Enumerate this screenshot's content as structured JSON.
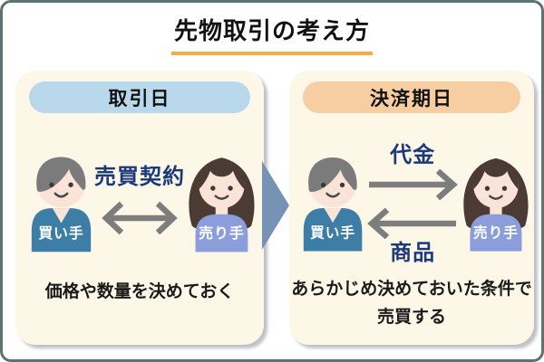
{
  "title": "先物取引の考え方",
  "left_panel": {
    "header": "取引日",
    "buyer": "買い手",
    "seller": "売り手",
    "contract_label": "売買契約",
    "caption": "価格や数量を決めておく"
  },
  "right_panel": {
    "header": "決済期日",
    "buyer": "買い手",
    "seller": "売り手",
    "payment_label": "代金",
    "goods_label": "商品",
    "caption_line1": "あらかじめ決めておいた条件で",
    "caption_line2": "売買する"
  },
  "icons": {
    "buyer_person": "man-avatar-icon",
    "seller_person": "woman-avatar-icon",
    "contract_arrow": "double-headed-arrow-icon",
    "payment_arrow": "right-arrow-icon",
    "goods_arrow": "left-arrow-icon",
    "transition": "right-triangle-arrow-icon"
  },
  "colors": {
    "frame_border": "#5C7372",
    "panel_bg": "#FDF7E8",
    "header_blue": "#B9D8EB",
    "header_orange": "#F6CEA2",
    "title_underline": "#F7AC42",
    "flow_text": "#1A3A7A",
    "arrow_gray": "#7D7D7D",
    "mid_arrow": "#7692B5",
    "buyer_shirt": "#3C7EA5",
    "seller_shirt": "#8B9EDB",
    "skin": "#FBE3D8",
    "buyer_hair": "#7B7B7B",
    "seller_hair": "#4C3A34",
    "person_label": "#FFFFFF",
    "text": "#1A1A1A"
  }
}
